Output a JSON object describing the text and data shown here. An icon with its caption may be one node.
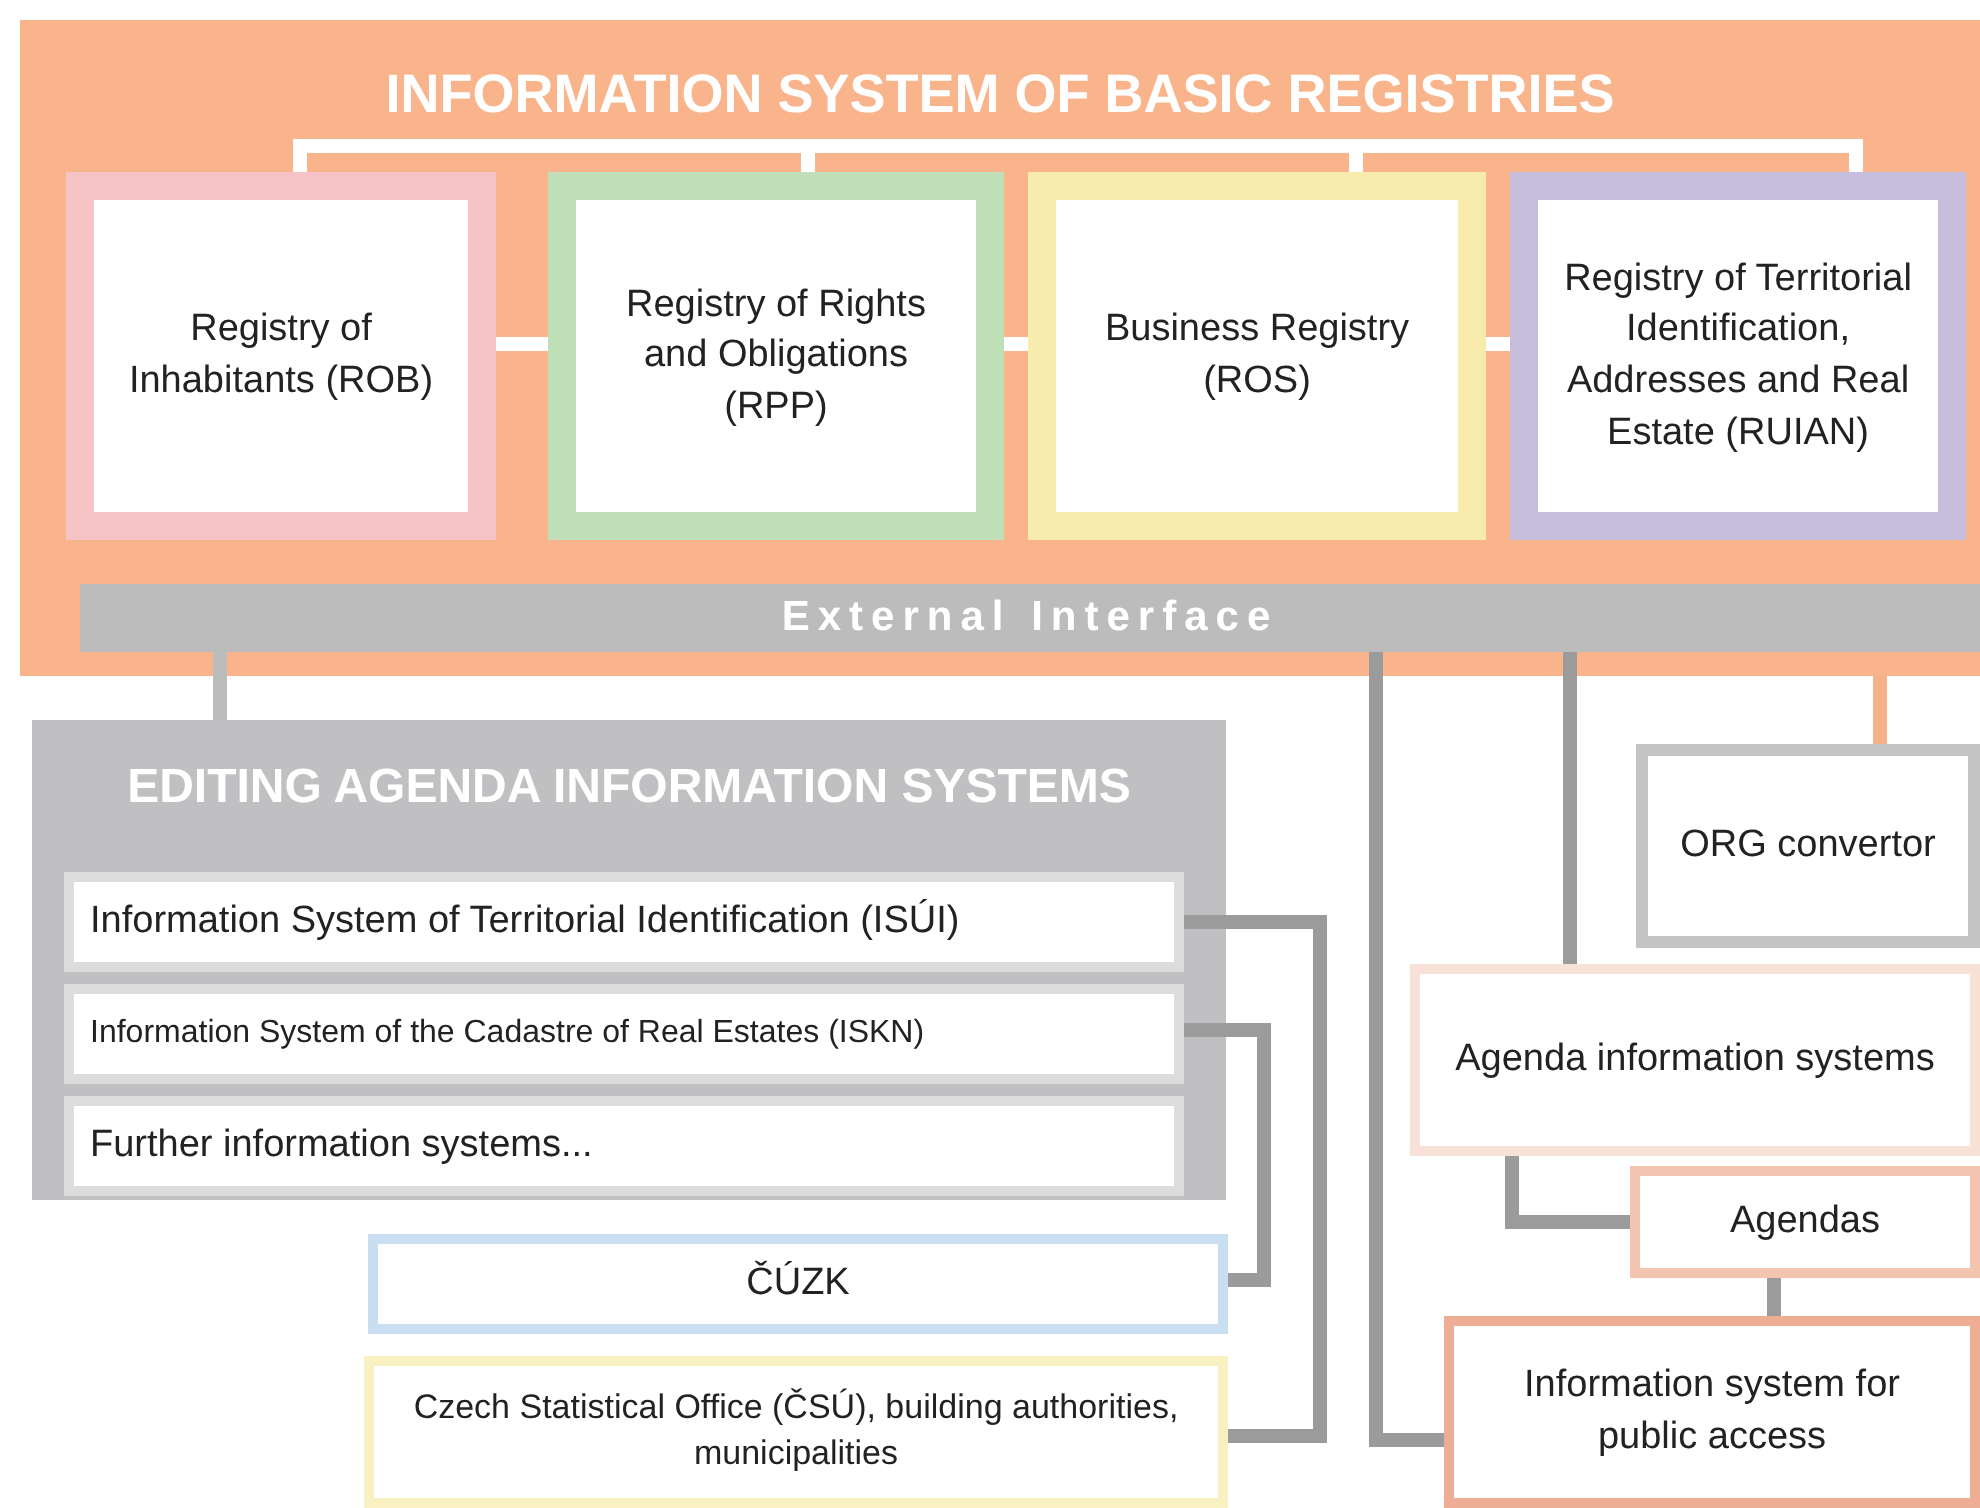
{
  "diagram": {
    "nodes": [
      {
        "text": [
          "INFORMATION SYSTEM OF BASIC REGISTRIES"
        ]
      },
      {
        "text": [
          "Registry of Inhabitants (ROB)"
        ],
        "in": 0
      },
      {
        "text": [
          "Registry of Rights and Obligations (RPP)"
        ],
        "in": 0
      },
      {
        "text": [
          "Business Registry (ROS)"
        ],
        "in": 0
      },
      {
        "text": [
          "Registry of Territorial Identification, Addresses and Real Estate (RUIAN)"
        ],
        "in": 0
      },
      {
        "text": [
          "External Interface"
        ],
        "in": 0
      },
      {
        "text": [
          "EDITING AGENDA INFORMATION SYSTEMS"
        ]
      },
      {
        "text": [
          "Information System of Territorial Identification (ISÚI)"
        ],
        "in": 6
      },
      {
        "text": [
          "Information System of the Cadastre of Real Estates (ISKN)"
        ],
        "in": 6
      },
      {
        "text": [
          "Further information systems..."
        ],
        "in": 6
      },
      {
        "text": [
          "ČÚZK"
        ]
      },
      {
        "text": [
          "Czech Statistical Office (ČSÚ), building authorities, municipalities"
        ]
      },
      {
        "text": [
          "ORG convertor"
        ]
      },
      {
        "text": [
          "Agenda information systems"
        ]
      },
      {
        "text": [
          "Agendas"
        ]
      },
      {
        "text": [
          "Information system for public access"
        ]
      }
    ],
    "edges": [
      {
        "from": 1,
        "to": 2,
        "arrow": "none",
        "color": "#ffffff"
      },
      {
        "from": 2,
        "to": 3,
        "arrow": "none",
        "color": "#ffffff"
      },
      {
        "from": 3,
        "to": 4,
        "arrow": "none",
        "color": "#ffffff"
      },
      {
        "from": 1,
        "to": 2,
        "arrow": "none",
        "color": "#ffffff"
      },
      {
        "from": 2,
        "to": 3,
        "arrow": "none",
        "color": "#ffffff"
      },
      {
        "from": 3,
        "to": 4,
        "arrow": "none",
        "color": "#ffffff"
      },
      {
        "from": 5,
        "to": 6,
        "arrow": "none",
        "color": "#bdbcbd"
      },
      {
        "from": 7,
        "to": 11,
        "arrow": "none",
        "color": "#9b9b9b"
      },
      {
        "from": 8,
        "to": 10,
        "arrow": "none",
        "color": "#9b9b9b"
      },
      {
        "from": 5,
        "to": 15,
        "arrow": "none",
        "color": "#9b9b9b"
      },
      {
        "from": 5,
        "to": 13,
        "arrow": "none",
        "color": "#9b9b9b"
      },
      {
        "from": 0,
        "to": 12,
        "arrow": "none",
        "color": "#f6b08a"
      },
      {
        "from": 13,
        "to": 14,
        "arrow": "none",
        "color": "#9b9b9b"
      },
      {
        "from": 14,
        "to": 15,
        "arrow": "none",
        "color": "#9b9b9b"
      }
    ]
  }
}
